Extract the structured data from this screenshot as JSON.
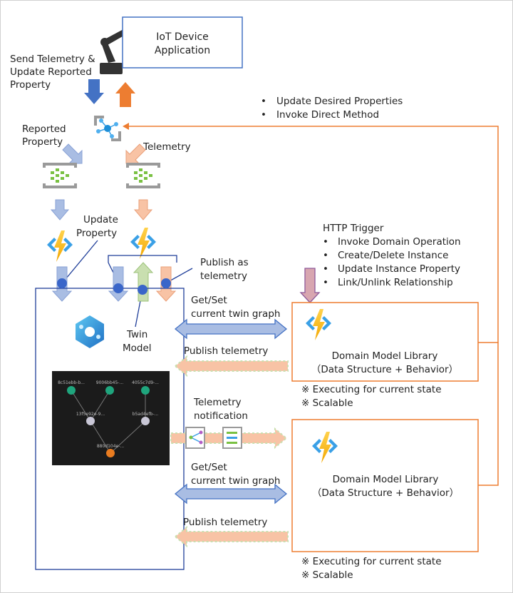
{
  "device": {
    "box_line1": "IoT Device",
    "box_line2": "Application",
    "send_line1": "Send Telemetry  &",
    "send_line2": "Update Reported",
    "send_line3": "Property"
  },
  "hub": {
    "desired_bullet": "•",
    "desired_1": "Update Desired Properties",
    "desired_2": "Invoke Direct Method"
  },
  "routes": {
    "reported_line1": "Reported",
    "reported_line2": "Property",
    "telemetry": "Telemetry"
  },
  "functions": {
    "update_line1": "Update",
    "update_line2": "Property",
    "publish_line1": "Publish as",
    "publish_line2": "telemetry"
  },
  "twins": {
    "twin_line1": "Twin",
    "twin_line2": "Model",
    "graph_nodes": [
      "8c51ebb-b...",
      "9006bb45-...",
      "4055c7d9-...",
      "13f5e92e-9...",
      "b5ad4efb-...",
      "880d104e-..."
    ]
  },
  "http": {
    "title": "HTTP Trigger",
    "bullet": "•",
    "item_1": "Invoke Domain Operation",
    "item_2": "Create/Delete Instance",
    "item_3": "Update Instance Property",
    "item_4": "Link/Unlink Relationship"
  },
  "links": {
    "getset1_line1": "Get/Set",
    "getset1_line2": "current twin graph",
    "publish1": "Publish telemetry",
    "notif_line1": "Telemetry",
    "notif_line2": "notification",
    "getset2_line1": "Get/Set",
    "getset2_line2": "current twin graph",
    "publish2": "Publish telemetry"
  },
  "library": {
    "name": "Domain Model Library",
    "desc": "（Data Structure + Behavior）",
    "note_1": "※ Executing for current state",
    "note_2": "※ Scalable"
  },
  "colors": {
    "blue_box": "#4472c4",
    "orange_box": "#ed7d31",
    "blue_arrow": "#a9bde3",
    "orange_arrow": "#f8c3a5",
    "node_teal": "#1fa57d",
    "node_gray": "#c9c7d6",
    "node_orange": "#e97c20"
  }
}
